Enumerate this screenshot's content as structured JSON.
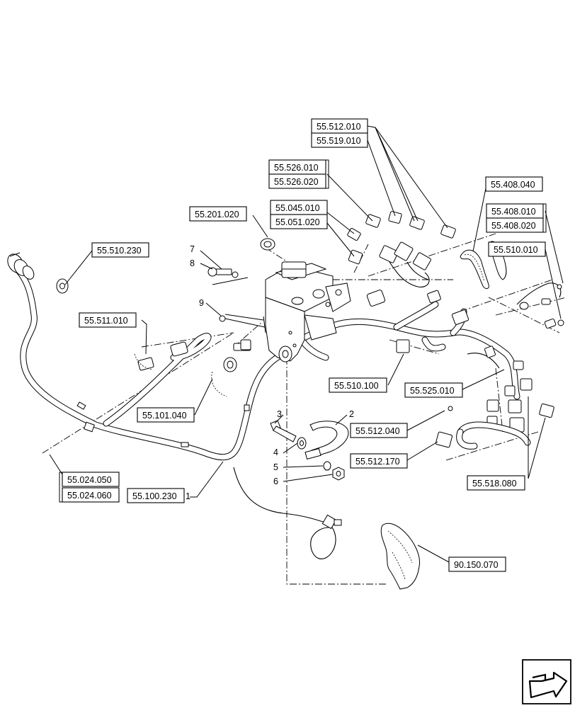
{
  "references": {
    "r55_512_010": "55.512.010",
    "r55_519_010": "55.519.010",
    "r55_526_010": "55.526.010",
    "r55_526_020": "55.526.020",
    "r55_408_040": "55.408.040",
    "r55_045_010": "55.045.010",
    "r55_051_020": "55.051.020",
    "r55_201_020": "55.201.020",
    "r55_408_010": "55.408.010",
    "r55_408_020": "55.408.020",
    "r55_510_230": "55.510.230",
    "r55_510_010": "55.510.010",
    "r55_511_010": "55.511.010",
    "r55_510_100": "55.510.100",
    "r55_525_010": "55.525.010",
    "r55_101_040": "55.101.040",
    "r55_512_040": "55.512.040",
    "r55_512_170": "55.512.170",
    "r55_024_050": "55.024.050",
    "r55_024_060": "55.024.060",
    "r55_100_230": "55.100.230",
    "r55_518_080": "55.518.080",
    "r90_150_070": "90.150.070"
  },
  "item_numbers": {
    "n1": "1",
    "n2": "2",
    "n3": "3",
    "n4": "4",
    "n5": "5",
    "n6": "6",
    "n7": "7",
    "n8": "8",
    "n9": "9"
  },
  "icons": {
    "corner_icon": "next-page-arrow-icon"
  }
}
